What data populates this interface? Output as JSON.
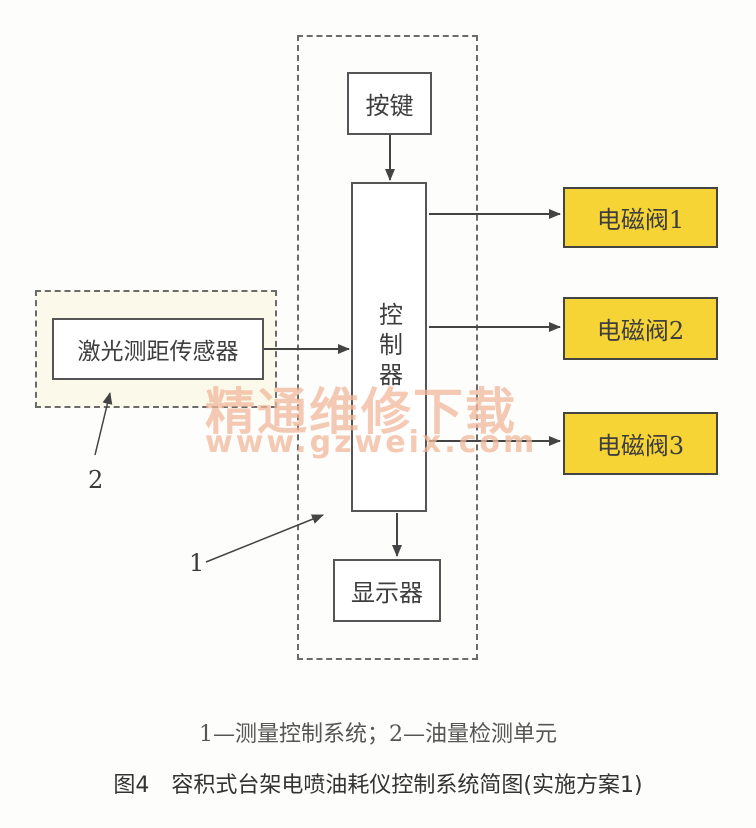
{
  "diagram": {
    "boxes": {
      "keypad": "按键",
      "controller": "控制器",
      "sensor": "激光测距传感器",
      "display": "显示器",
      "valve1": "电磁阀1",
      "valve2": "电磁阀2",
      "valve3": "电磁阀3"
    },
    "callouts": {
      "one": "1",
      "two": "2"
    },
    "colors": {
      "valve_fill": "#f7d435",
      "detect_unit_fill": "#fbfaea",
      "line": "#444444"
    }
  },
  "watermark": {
    "title": "精通维修下载",
    "url": "www.gzweix.com"
  },
  "caption": {
    "legend": "1—测量控制系统；2—油量检测单元",
    "figure": "图4　容积式台架电喷油耗仪控制系统简图(实施方案1)"
  }
}
